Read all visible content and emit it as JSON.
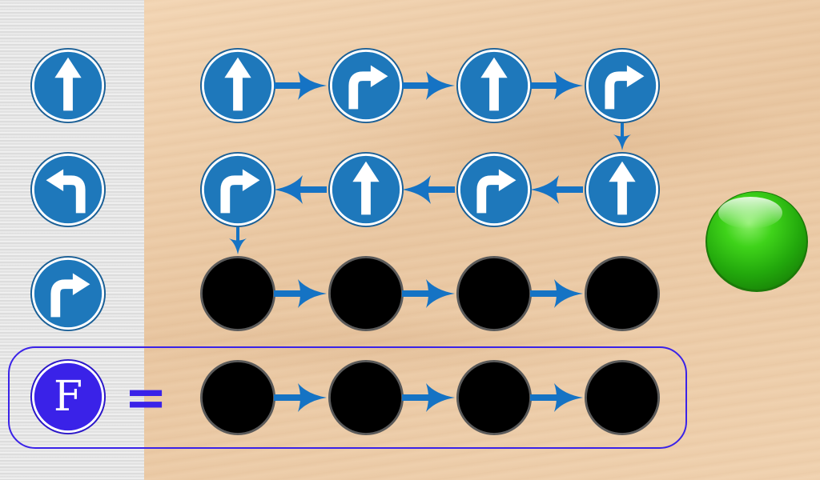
{
  "colors": {
    "sign_blue": "#1e78bb",
    "sign_ring": "#ffffff",
    "sign_outline": "#1a5f96",
    "arrow_blue": "#1573c4",
    "slot_fill": "#000000",
    "slot_ring": "#5a5a5a",
    "function_accent": "#3a22e8",
    "run_green": "#28c40e"
  },
  "palette": {
    "items": [
      {
        "icon": "forward-arrow-icon"
      },
      {
        "icon": "turn-left-arrow-icon"
      },
      {
        "icon": "turn-right-arrow-icon"
      }
    ]
  },
  "program": {
    "row1": [
      "forward",
      "right",
      "forward",
      "right"
    ],
    "row2": [
      "forward",
      "right",
      "forward",
      "right"
    ],
    "row3": [
      "empty",
      "empty",
      "empty",
      "empty"
    ]
  },
  "function_def": {
    "letter": "F",
    "equals": "=",
    "slots": [
      "empty",
      "empty",
      "empty",
      "empty"
    ]
  },
  "run_button": {
    "icon": "green-ball-icon"
  }
}
